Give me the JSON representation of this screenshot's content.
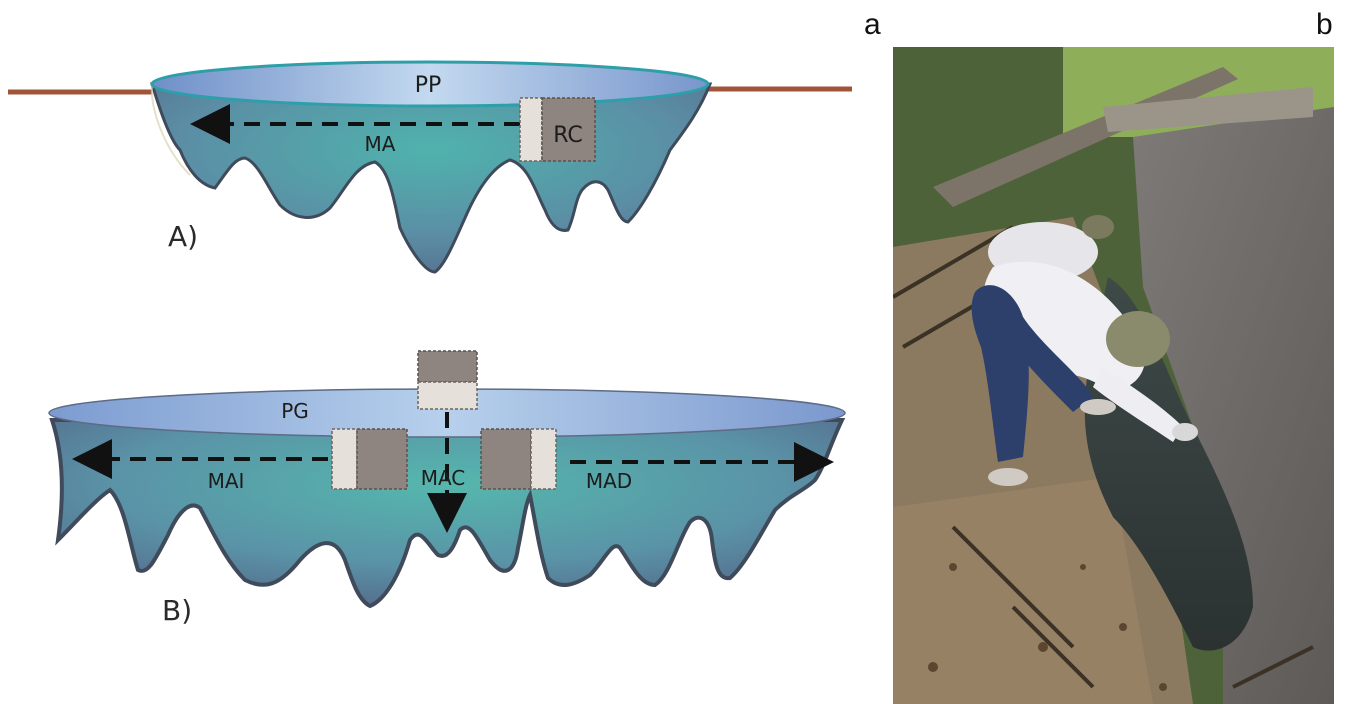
{
  "panel_letters": {
    "a": "a",
    "b": "b"
  },
  "diagram": {
    "panel_A": {
      "label": "A)",
      "pool_label": "PP",
      "zone_label": "MA",
      "box_label": "RC"
    },
    "panel_B": {
      "label": "B)",
      "pool_label": "PG",
      "left_label": "MAI",
      "center_label": "MAC",
      "right_label": "MAD"
    },
    "colors": {
      "ground": "#a0553a",
      "water_top": "#a9c9e6",
      "body_edge": "#3f4a5a",
      "body_fill": "#5fa8ad",
      "box_dark": "#8f8580",
      "box_light": "#e5e0da"
    }
  },
  "photo": {
    "description_icon": "field-sampling-photo"
  }
}
